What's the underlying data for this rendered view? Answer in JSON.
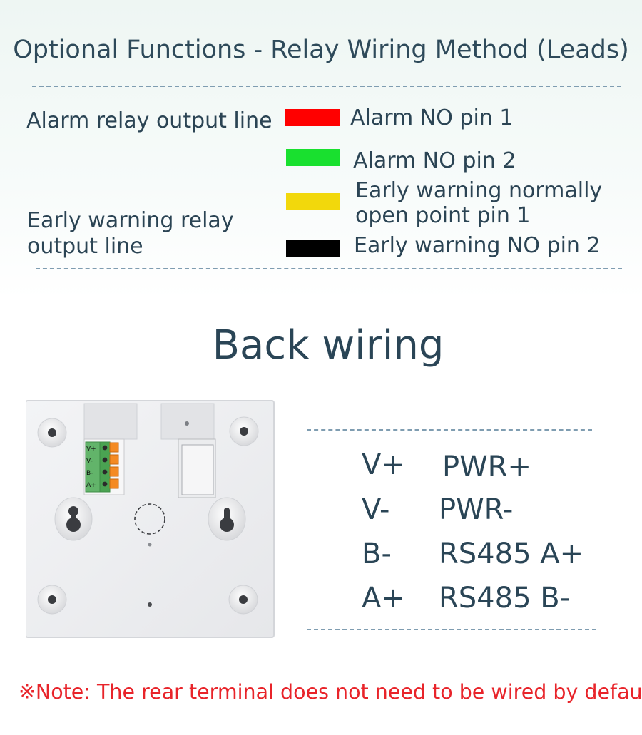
{
  "title": "Optional Functions - Relay Wiring Method (Leads)",
  "relay": {
    "alarm_group_label": "Alarm relay output line",
    "early_group_label_line1": "Early warning relay",
    "early_group_label_line2": "output line",
    "wires": [
      {
        "color": "#ff0000",
        "name": "red",
        "label": "Alarm NO pin 1"
      },
      {
        "color": "#19e02f",
        "name": "green",
        "label": "Alarm NO pin 2"
      },
      {
        "color": "#f2d80c",
        "name": "yellow",
        "label_line1": "Early warning normally",
        "label_line2": "open point pin 1"
      },
      {
        "color": "#000000",
        "name": "black",
        "label": "Early warning NO pin 2"
      }
    ]
  },
  "back_wiring": {
    "title": "Back wiring",
    "terminal_labels": [
      "V+",
      "V-",
      "B-",
      "A+"
    ],
    "mapping": [
      {
        "terminal": "V+",
        "function": "PWR+"
      },
      {
        "terminal": "V-",
        "function": "PWR-"
      },
      {
        "terminal": "B-",
        "function": "RS485 A+"
      },
      {
        "terminal": "A+",
        "function": "RS485 B-"
      }
    ]
  },
  "note": "※Note: The rear terminal does not need to be wired by default"
}
